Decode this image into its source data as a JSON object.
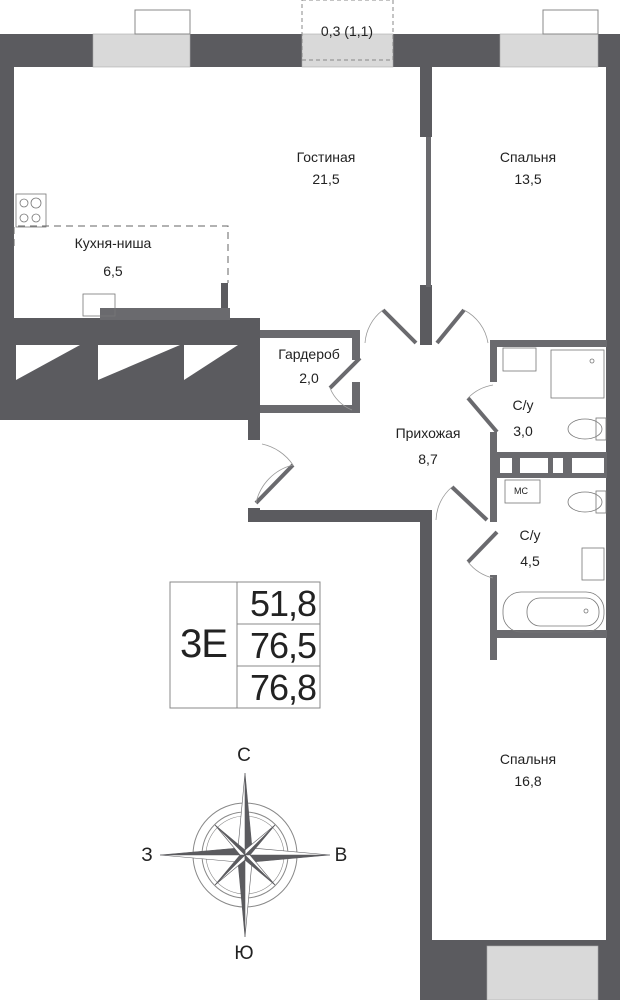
{
  "balcony": {
    "label": "0,3 (1,1)"
  },
  "rooms": [
    {
      "name": "Гостиная",
      "area": "21,5"
    },
    {
      "name": "Спальня",
      "area": "13,5"
    },
    {
      "name": "Кухня-ниша",
      "area": "6,5"
    },
    {
      "name": "Гардероб",
      "area": "2,0"
    },
    {
      "name": "Прихожая",
      "area": "8,7"
    },
    {
      "name": "С/у",
      "area": "3,0"
    },
    {
      "name": "С/у",
      "area": "4,5"
    },
    {
      "name": "Спальня",
      "area": "16,8"
    }
  ],
  "shaft_label": "МС",
  "summary": {
    "type": "3Е",
    "living_area": "51,8",
    "total_area": "76,5",
    "total_with_balcony": "76,8"
  },
  "compass": {
    "north": "С",
    "south": "Ю",
    "west": "З",
    "east": "В"
  },
  "colors": {
    "wall": "#5b5b5f",
    "window": "#d9d9d9",
    "partition": "#6a6a6e"
  }
}
